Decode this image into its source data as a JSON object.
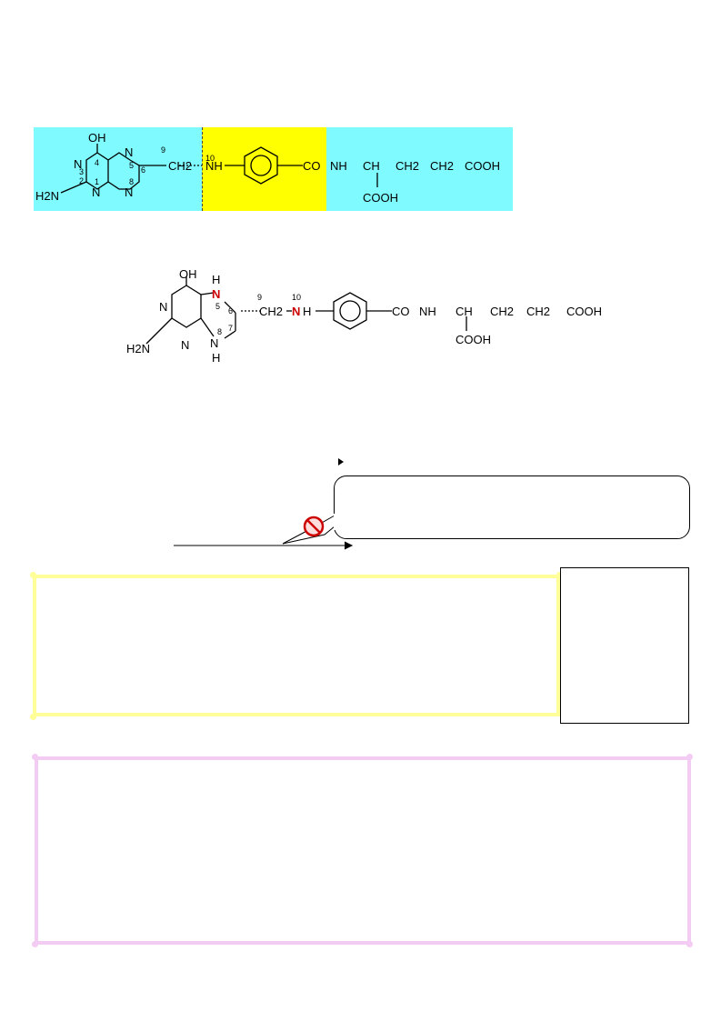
{
  "figure1": {
    "colors": {
      "pteridine_band": "#7ffbff",
      "paba_band": "#ffff00",
      "glutamate_band": "#7ffbff"
    },
    "labels": {
      "oh": "OH",
      "n3": "N",
      "n5": "N",
      "n1": "N",
      "n8": "N",
      "h2n": "H2N",
      "num_4": "4",
      "num_3": "3",
      "num_2": "2",
      "num_1": "1",
      "num_5": "5",
      "num_6": "6",
      "num_8": "8",
      "num_9": "9",
      "num_10": "10",
      "ch2": "CH2",
      "nh": "NH",
      "co": "CO",
      "nh2": "NH",
      "ch": "CH",
      "ch2a": "CH2",
      "ch2b": "CH2",
      "cooh_end": "COOH",
      "cooh_side": "COOH"
    }
  },
  "figure2": {
    "highlight_color": "#cc0000",
    "labels": {
      "oh": "OH",
      "h_top": "H",
      "n5": "N",
      "num_5": "5",
      "num_6": "6",
      "num_7": "7",
      "num_8": "8",
      "num_9": "9",
      "num_10": "10",
      "n_left": "N",
      "n_bottom": "N",
      "nh8": "N",
      "h_bottom": "H",
      "h2n": "H2N",
      "ch2": "CH2",
      "n10": "N",
      "h10": "H",
      "co": "CO",
      "nh": "NH",
      "ch": "CH",
      "ch2a": "CH2",
      "ch2b": "CH2",
      "cooh_end": "COOH",
      "cooh_side": "COOH"
    }
  },
  "annotation": {
    "icon": "prohibition-icon",
    "marker": "pointer-triangle-icon"
  },
  "boxes": {
    "yellow_border": "#ffff99",
    "pink_border": "#f3ccf3"
  }
}
